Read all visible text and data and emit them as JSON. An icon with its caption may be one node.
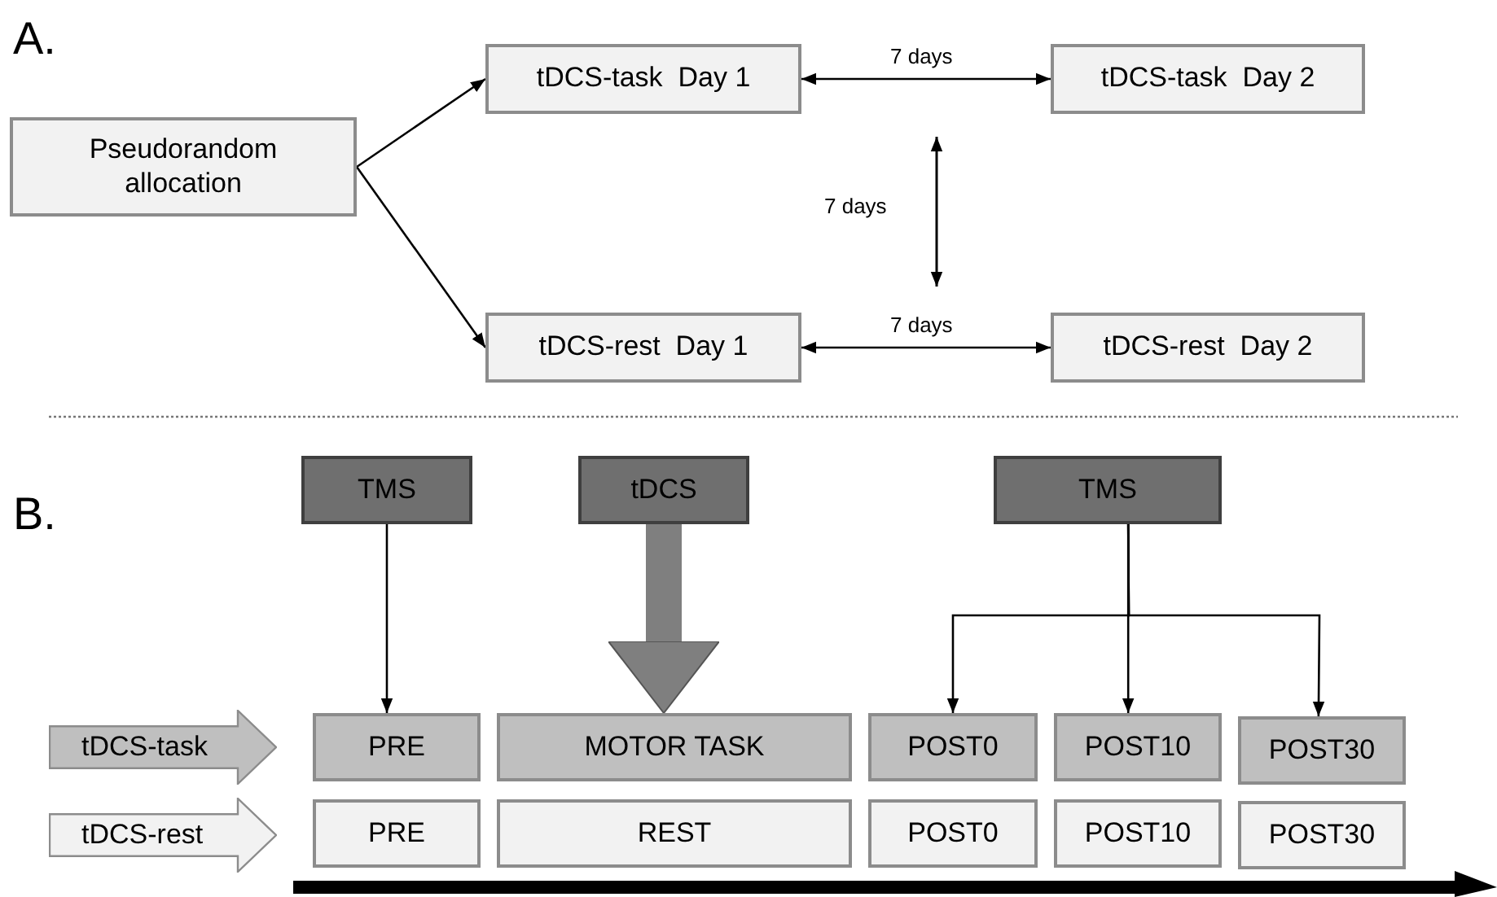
{
  "diagram": {
    "nodes": [
      {
        "text": [
          "Pseudorandom allocation"
        ]
      },
      {
        "text": [
          "tDCS-task  Day 1"
        ]
      },
      {
        "text": [
          "tDCS-task  Day 2"
        ]
      },
      {
        "text": [
          "tDCS-rest  Day 1"
        ]
      },
      {
        "text": [
          "tDCS-rest  Day 2"
        ]
      },
      {
        "text": [
          "TMS"
        ]
      },
      {
        "text": [
          "tDCS"
        ]
      },
      {
        "text": [
          "TMS"
        ]
      },
      {
        "text": [
          "tDCS-task"
        ]
      },
      {
        "text": [
          "PRE"
        ]
      },
      {
        "text": [
          "MOTOR TASK"
        ]
      },
      {
        "text": [
          "POST0"
        ]
      },
      {
        "text": [
          "POST10"
        ]
      },
      {
        "text": [
          "POST30"
        ]
      },
      {
        "text": [
          "tDCS-rest"
        ]
      },
      {
        "text": [
          "PRE"
        ]
      },
      {
        "text": [
          "REST"
        ]
      },
      {
        "text": [
          "POST0"
        ]
      },
      {
        "text": [
          "POST10"
        ]
      },
      {
        "text": [
          "POST30"
        ]
      }
    ],
    "edges": [
      {
        "from": 0,
        "to": 1,
        "arrow": "to"
      },
      {
        "from": 0,
        "to": 3,
        "arrow": "to"
      },
      {
        "from": 1,
        "to": 2,
        "arrow": "both",
        "label": "7 days"
      },
      {
        "from": 3,
        "to": 4,
        "arrow": "both",
        "label": "7 days"
      },
      {
        "from": 5,
        "to": 9,
        "arrow": "to"
      },
      {
        "from": 6,
        "to": 10,
        "arrow": "to",
        "style": "thick",
        "color": "#7f7f7f"
      },
      {
        "from": 7,
        "to": 11,
        "arrow": "to"
      },
      {
        "from": 7,
        "to": 12,
        "arrow": "to"
      },
      {
        "from": 7,
        "to": 13,
        "arrow": "to"
      }
    ],
    "labels": [
      "A.",
      "7 days",
      "B."
    ]
  }
}
